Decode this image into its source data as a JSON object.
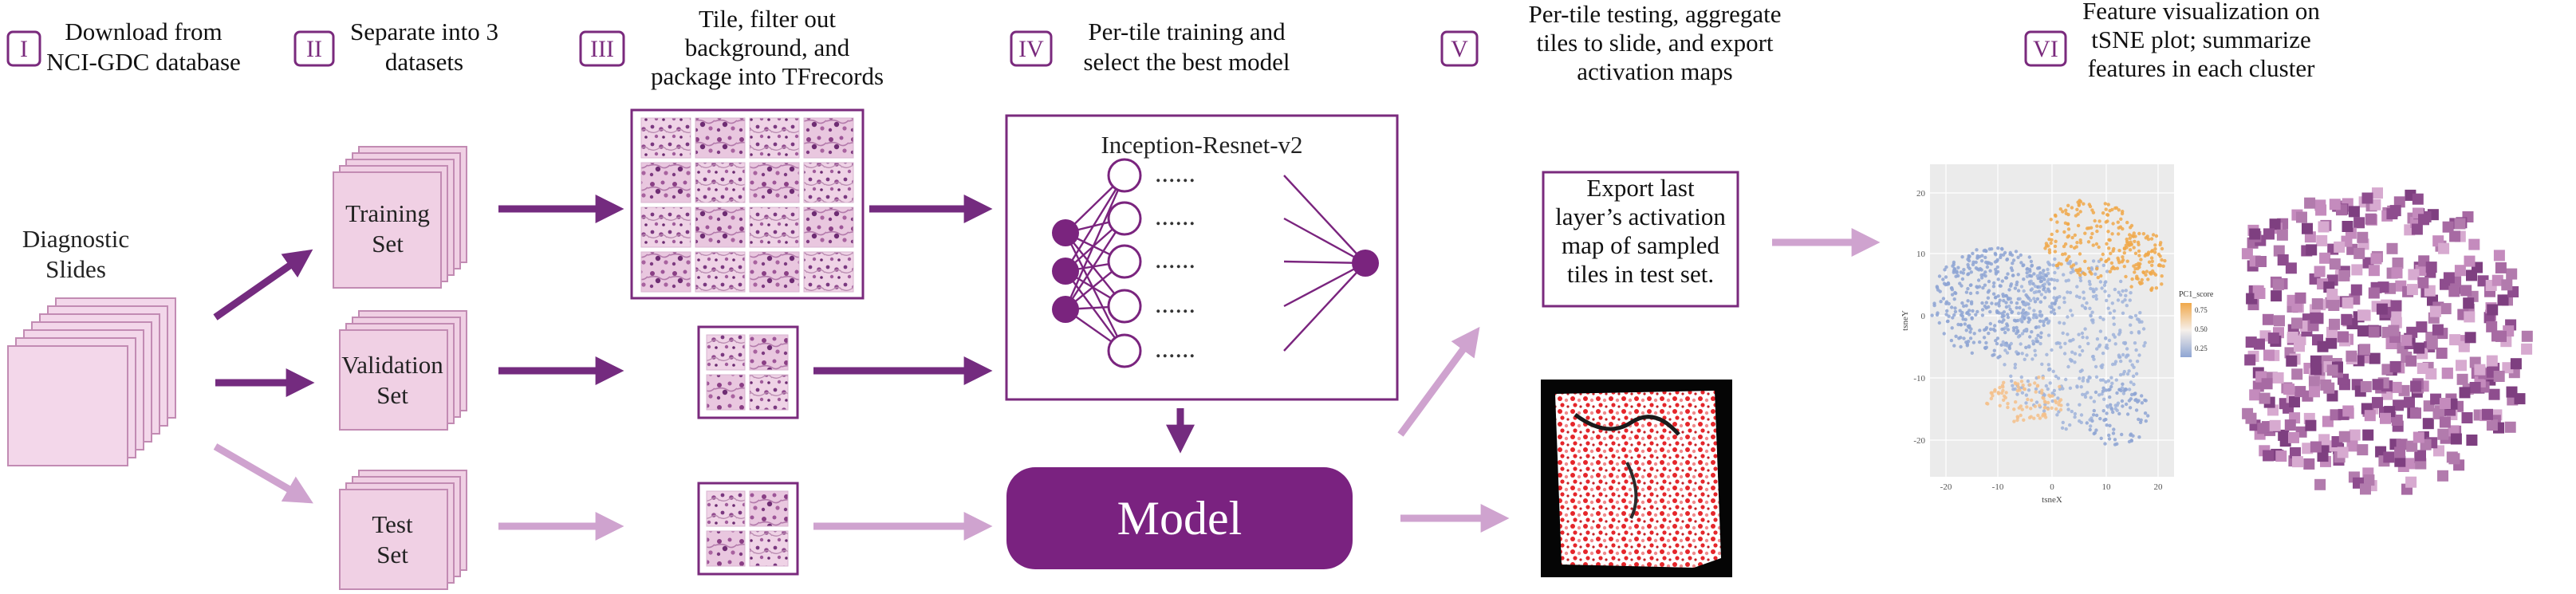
{
  "steps": [
    {
      "numeral": "I",
      "lines": [
        "Download from",
        "NCI-GDC database"
      ]
    },
    {
      "numeral": "II",
      "lines": [
        "Separate into 3",
        "datasets"
      ]
    },
    {
      "numeral": "III",
      "lines": [
        "Tile, filter out",
        "background, and",
        "package into TFrecords"
      ]
    },
    {
      "numeral": "IV",
      "lines": [
        "Per-tile training and",
        "select the best model"
      ]
    },
    {
      "numeral": "V",
      "lines": [
        "Per-tile testing, aggregate",
        "tiles to slide, and export",
        "activation maps"
      ]
    },
    {
      "numeral": "VI",
      "lines": [
        "Feature visualization on",
        "tSNE plot; summarize",
        "features in each cluster"
      ]
    }
  ],
  "slides_label": [
    "Diagnostic",
    "Slides"
  ],
  "sets": [
    {
      "lines": [
        "Training",
        "Set"
      ]
    },
    {
      "lines": [
        "Validation",
        "Set"
      ]
    },
    {
      "lines": [
        "Test",
        "Set"
      ]
    }
  ],
  "network": {
    "title": "Inception-Resnet-v2",
    "dots": "......"
  },
  "model_label": "Model",
  "export_text": [
    "Export last",
    "layer’s activation",
    "map of sampled",
    "tiles in test set."
  ],
  "tsne": {
    "legend_title": "PC1_score",
    "legend_ticks": [
      "0.75",
      "0.50",
      "0.25"
    ],
    "xlabel": "tsneX",
    "ylabel": "tsneY",
    "x_ticks": [
      "-20",
      "-10",
      "0",
      "10",
      "20"
    ],
    "y_ticks": [
      "20",
      "10",
      "0",
      "-10",
      "-20"
    ]
  },
  "colors": {
    "purple_dark": "#742b7f",
    "purple_light": "#cfa3cf",
    "card_fill": "#f0d0e4",
    "model_fill": "#7a2280",
    "tsne_blue": "#8ea5d3",
    "tsne_orange": "#f0a84a",
    "tsne_bg": "#ebebeb",
    "heatmap_red": "#e5262b"
  },
  "icons": {
    "tissue": "he-stained-tile",
    "activation_map": "activation-heatmap",
    "tsne_tiles": "tile-mosaic"
  }
}
